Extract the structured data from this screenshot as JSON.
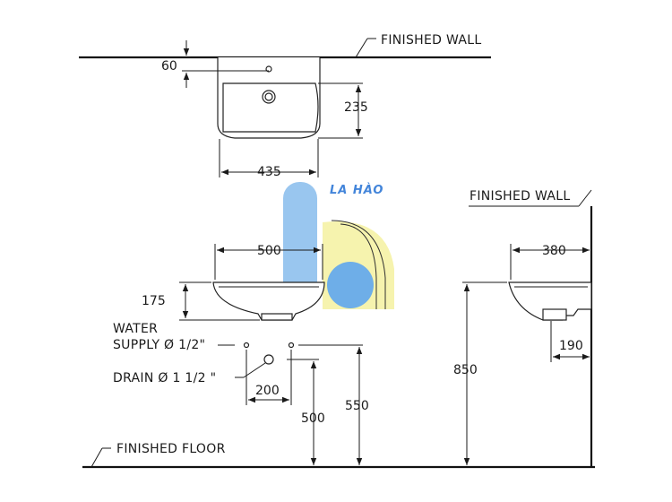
{
  "labels": {
    "finished_wall_top": "FINISHED WALL",
    "finished_wall_right": "FINISHED WALL",
    "finished_floor": "FINISHED FLOOR",
    "water_supply_line1": "WATER",
    "water_supply_line2": "SUPPLY Ø 1/2\"",
    "drain": "DRAIN Ø 1 1/2 \""
  },
  "dimensions": {
    "tap_offset": "60",
    "bowl_depth_plan": "235",
    "width_plan": "435",
    "width_front": "500",
    "height_basin": "175",
    "supply_spacing": "200",
    "supply_height": "500",
    "drain_height": "550",
    "rim_height": "850",
    "depth_side": "380",
    "drain_offset_side": "190"
  },
  "watermark": {
    "text": "LA HÀO",
    "colors": {
      "text": "#2f78d6",
      "blue": "#8fc0ee",
      "circle": "#5fa6e6",
      "yellow": "#f6f2a6"
    }
  }
}
